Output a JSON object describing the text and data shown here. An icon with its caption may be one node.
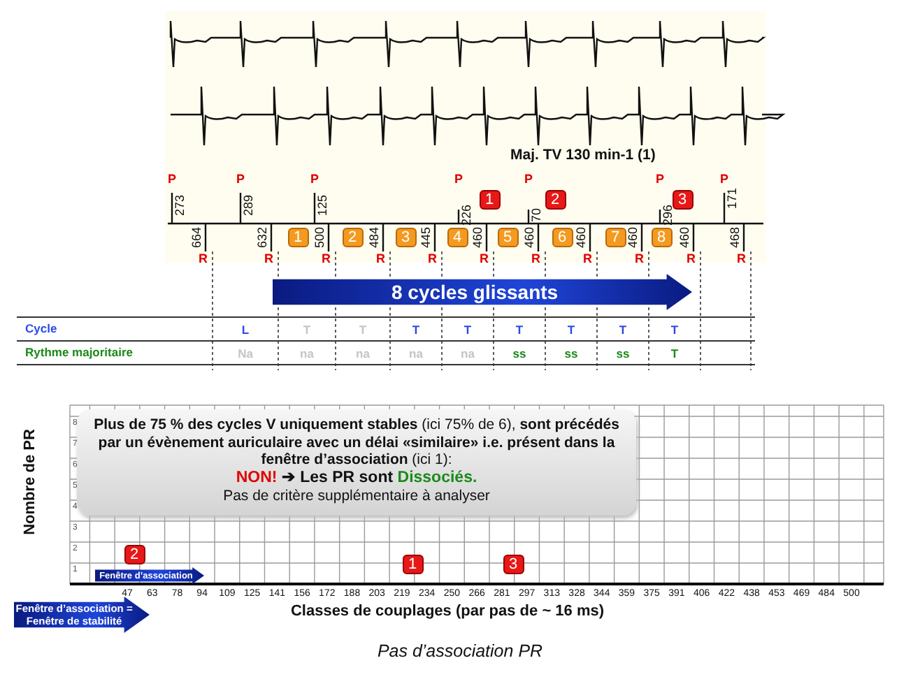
{
  "diagram": {
    "caption": "Pas d’association PR",
    "nodes": [
      {
        "text": [
          "8 cycles glissants"
        ]
      },
      {
        "text": [
          "**Plus de 75 % des cycles V uniquement stables** (ici 75% de 6), **sont précédés par un évènement auriculaire avec un délai «similaire» i.e. présent dans la fenêtre d’association** (ici 1):",
          "NON!",
          "➔ Les PR sont",
          "Dissociés.",
          "Pas de critère supplémentaire à analyser"
        ]
      },
      {
        "text": [
          "Fenêtre d’association"
        ]
      },
      {
        "text": [
          "Fenêtre d’association = Fenêtre de stabilité"
        ]
      },
      {
        "text": [
          "1"
        ]
      },
      {
        "text": [
          "2"
        ]
      },
      {
        "text": [
          "3"
        ]
      },
      {
        "text": [
          "4"
        ]
      },
      {
        "text": [
          "5"
        ]
      },
      {
        "text": [
          "6"
        ]
      },
      {
        "text": [
          "7"
        ]
      },
      {
        "text": [
          "8"
        ]
      },
      {
        "text": [
          "1"
        ]
      },
      {
        "text": [
          "2"
        ]
      },
      {
        "text": [
          "3"
        ]
      },
      {
        "text": [
          "2"
        ]
      },
      {
        "text": [
          "1"
        ]
      },
      {
        "text": [
          "3"
        ]
      }
    ],
    "labels": [
      "Maj. TV 130 min-1 (1)",
      "P",
      "273",
      "P",
      "289",
      "P",
      "125",
      "P",
      "226",
      "P",
      "70",
      "P",
      "296",
      "P",
      "171",
      "664",
      "632",
      "500",
      "484",
      "445",
      "460",
      "460",
      "460",
      "460",
      "460",
      "468",
      "R",
      "R",
      "R",
      "R",
      "R",
      "R",
      "R",
      "R",
      "R",
      "R",
      "R",
      "Cycle",
      "L",
      "T",
      "T",
      "T",
      "T",
      "T",
      "T",
      "T",
      "T",
      "Rythme majoritaire",
      "Na",
      "na",
      "na",
      "na",
      "na",
      "ss",
      "ss",
      "ss",
      "T",
      "Nombre de PR",
      "8",
      "7",
      "6",
      "5",
      "4",
      "3",
      "2",
      "1",
      "47",
      "63",
      "78",
      "94",
      "109",
      "125",
      "141",
      "156",
      "172",
      "188",
      "203",
      "219",
      "234",
      "250",
      "266",
      "281",
      "297",
      "313",
      "328",
      "344",
      "359",
      "375",
      "391",
      "406",
      "422",
      "438",
      "453",
      "469",
      "484",
      "500",
      "Classes de couplages (par pas de ~ 16 ms)"
    ]
  }
}
